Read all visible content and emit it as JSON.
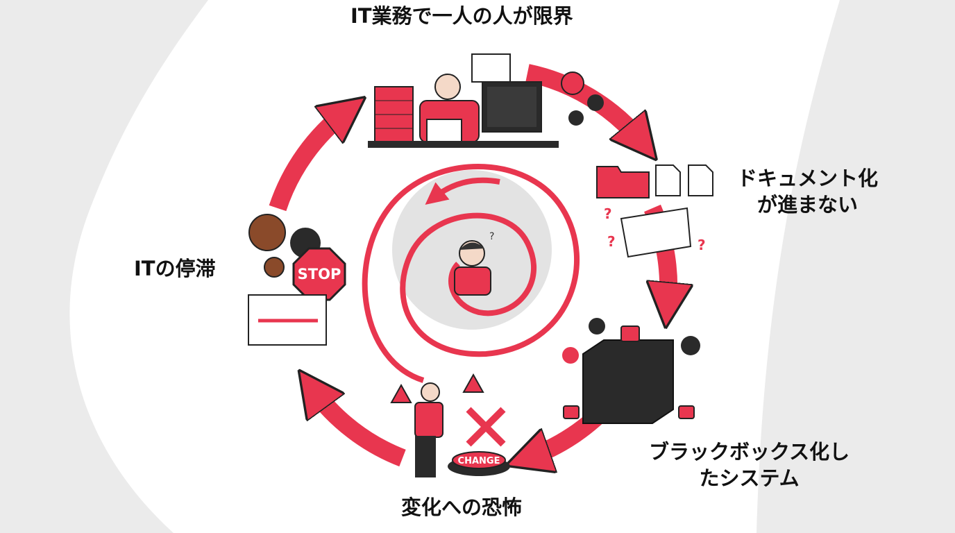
{
  "labels": {
    "top": "IT業務で一人の人が限界",
    "right_top_line1": "ドキュメント化",
    "right_top_line2": "が進まない",
    "right_bottom_line1": "ブラックボックス化し",
    "right_bottom_line2": "たシステム",
    "bottom": "変化への恐怖",
    "left": "ITの停滞"
  },
  "signs": {
    "stop": "STOP",
    "change": "CHANGE"
  },
  "colors": {
    "accent": "#e8364f",
    "dark": "#2a2a2a",
    "background": "#ebebeb",
    "panel": "#ffffff"
  }
}
